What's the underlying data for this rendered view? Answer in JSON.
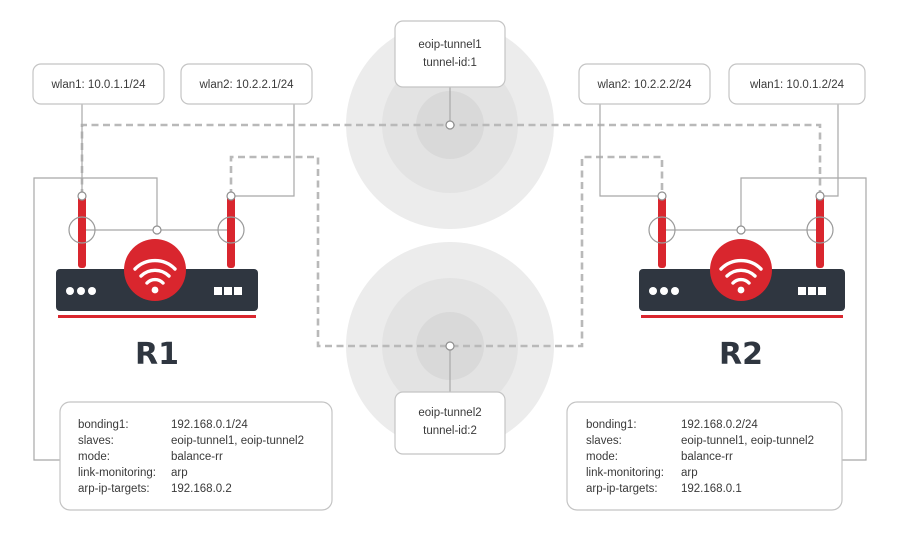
{
  "colors": {
    "accent": "#d9262e",
    "router_body": "#2f3640",
    "halo_outer": "#ececec",
    "halo_mid": "#e2e2e2",
    "halo_inner": "#d8d8d8"
  },
  "tunnels": [
    {
      "name": "eoip-tunnel1",
      "id": "tunnel-id:1"
    },
    {
      "name": "eoip-tunnel2",
      "id": "tunnel-id:2"
    }
  ],
  "routers": [
    {
      "name": "R1",
      "wlan1": "wlan1: 10.0.1.1/24",
      "wlan2": "wlan2: 10.2.2.1/24",
      "config": [
        {
          "key": "bonding1:",
          "value": "192.168.0.1/24"
        },
        {
          "key": "slaves:",
          "value": "eoip-tunnel1, eoip-tunnel2"
        },
        {
          "key": "mode:",
          "value": "balance-rr"
        },
        {
          "key": "link-monitoring:",
          "value": "arp"
        },
        {
          "key": "arp-ip-targets:",
          "value": "192.168.0.2"
        }
      ]
    },
    {
      "name": "R2",
      "wlan1": "wlan1: 10.0.1.2/24",
      "wlan2": "wlan2: 10.2.2.2/24",
      "config": [
        {
          "key": "bonding1:",
          "value": "192.168.0.2/24"
        },
        {
          "key": "slaves:",
          "value": "eoip-tunnel1, eoip-tunnel2"
        },
        {
          "key": "mode:",
          "value": "balance-rr"
        },
        {
          "key": "link-monitoring:",
          "value": "arp"
        },
        {
          "key": "arp-ip-targets:",
          "value": "192.168.0.1"
        }
      ]
    }
  ]
}
